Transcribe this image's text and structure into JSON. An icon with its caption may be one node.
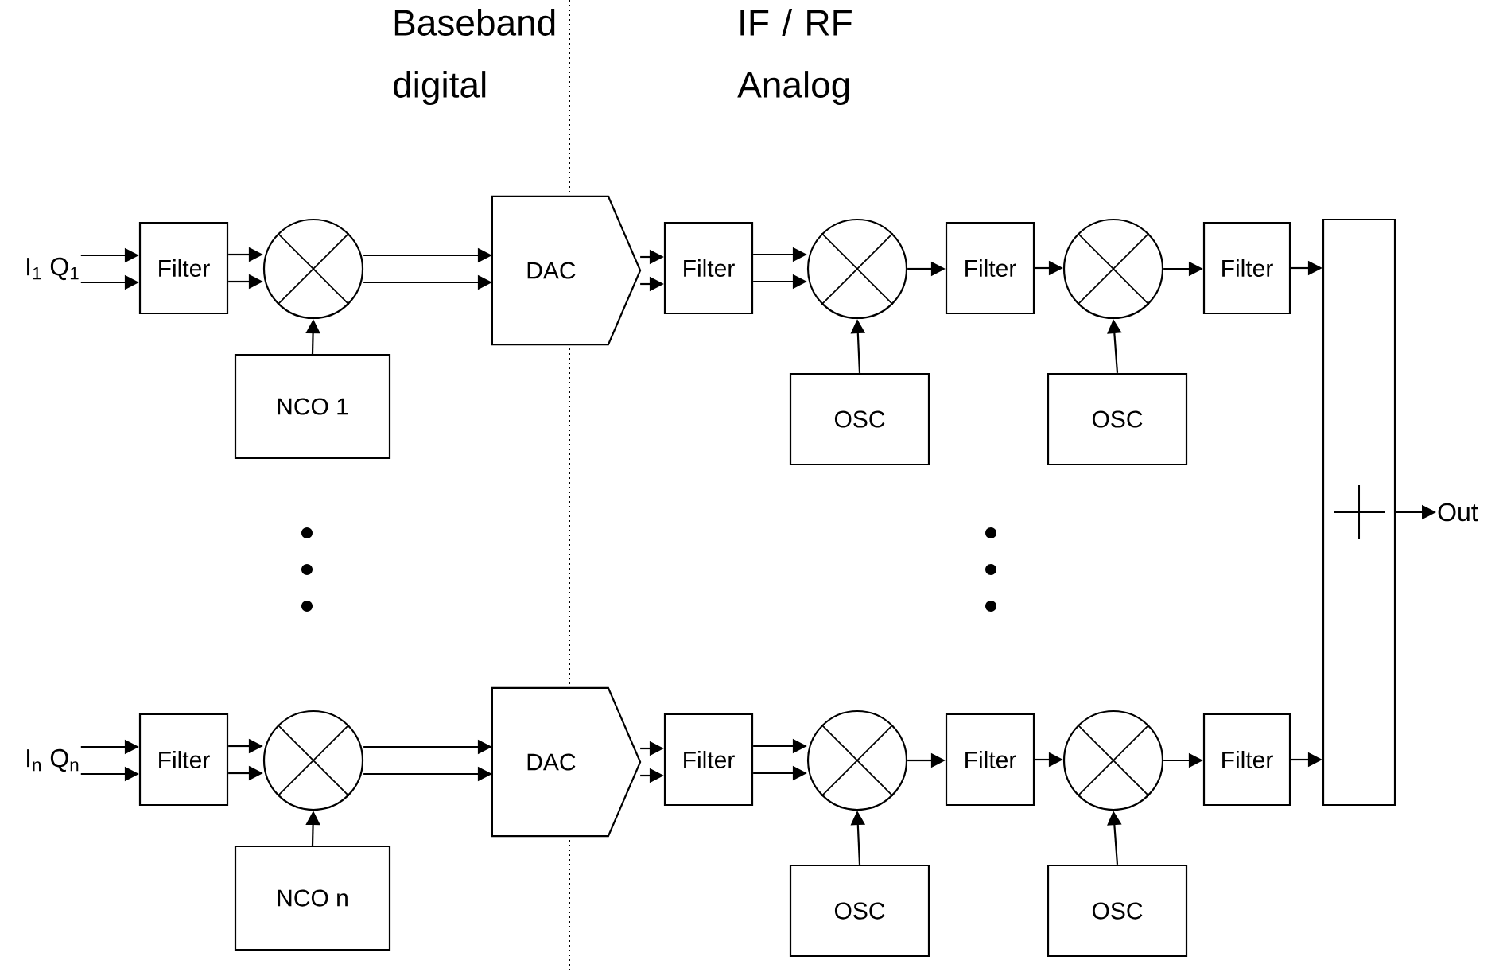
{
  "diagram": {
    "nodes": [
      {
        "text": [
          "I$_{1}$ Q$_{1}$"
        ]
      },
      {
        "text": [
          "Filter"
        ]
      },
      {
        "text": [],
        "shape": "circle"
      },
      {
        "text": [
          "NCO 1"
        ]
      },
      {
        "text": [
          "DAC"
        ]
      },
      {
        "text": [
          "Filter"
        ]
      },
      {
        "text": [],
        "shape": "circle"
      },
      {
        "text": [
          "OSC"
        ]
      },
      {
        "text": [
          "Filter"
        ]
      },
      {
        "text": [],
        "shape": "circle"
      },
      {
        "text": [
          "OSC"
        ]
      },
      {
        "text": [
          "Filter"
        ]
      },
      {
        "text": [
          "I$_{n}$ Q$_{n}$"
        ]
      },
      {
        "text": [
          "Filter"
        ]
      },
      {
        "text": [],
        "shape": "circle"
      },
      {
        "text": [
          "NCO n"
        ]
      },
      {
        "text": [
          "DAC"
        ]
      },
      {
        "text": [
          "Filter"
        ]
      },
      {
        "text": [],
        "shape": "circle"
      },
      {
        "text": [
          "OSC"
        ]
      },
      {
        "text": [
          "Filter"
        ]
      },
      {
        "text": [],
        "shape": "circle"
      },
      {
        "text": [
          "OSC"
        ]
      },
      {
        "text": [
          "Filter"
        ]
      },
      {
        "text": [],
        "shape": "box"
      },
      {
        "text": [
          "Out"
        ]
      }
    ],
    "edges": [
      {
        "from": 0,
        "to": 1,
        "arrow": "to"
      },
      {
        "from": 0,
        "to": 1,
        "arrow": "to"
      },
      {
        "from": 1,
        "to": 2,
        "arrow": "to"
      },
      {
        "from": 1,
        "to": 2,
        "arrow": "to"
      },
      {
        "from": 3,
        "to": 2,
        "arrow": "to"
      },
      {
        "from": 2,
        "to": 4,
        "arrow": "to"
      },
      {
        "from": 2,
        "to": 4,
        "arrow": "to"
      },
      {
        "from": 4,
        "to": 5,
        "arrow": "to"
      },
      {
        "from": 4,
        "to": 5,
        "arrow": "to"
      },
      {
        "from": 5,
        "to": 6,
        "arrow": "to"
      },
      {
        "from": 5,
        "to": 6,
        "arrow": "to"
      },
      {
        "from": 7,
        "to": 6,
        "arrow": "to"
      },
      {
        "from": 6,
        "to": 8,
        "arrow": "to"
      },
      {
        "from": 8,
        "to": 9,
        "arrow": "to"
      },
      {
        "from": 10,
        "to": 9,
        "arrow": "to"
      },
      {
        "from": 9,
        "to": 11,
        "arrow": "to"
      },
      {
        "from": 11,
        "to": 24,
        "arrow": "to"
      },
      {
        "from": 12,
        "to": 13,
        "arrow": "to"
      },
      {
        "from": 12,
        "to": 13,
        "arrow": "to"
      },
      {
        "from": 13,
        "to": 14,
        "arrow": "to"
      },
      {
        "from": 13,
        "to": 14,
        "arrow": "to"
      },
      {
        "from": 15,
        "to": 14,
        "arrow": "to"
      },
      {
        "from": 14,
        "to": 16,
        "arrow": "to"
      },
      {
        "from": 14,
        "to": 16,
        "arrow": "to"
      },
      {
        "from": 16,
        "to": 17,
        "arrow": "to"
      },
      {
        "from": 16,
        "to": 17,
        "arrow": "to"
      },
      {
        "from": 17,
        "to": 18,
        "arrow": "to"
      },
      {
        "from": 17,
        "to": 18,
        "arrow": "to"
      },
      {
        "from": 19,
        "to": 18,
        "arrow": "to"
      },
      {
        "from": 18,
        "to": 20,
        "arrow": "to"
      },
      {
        "from": 20,
        "to": 21,
        "arrow": "to"
      },
      {
        "from": 22,
        "to": 21,
        "arrow": "to"
      },
      {
        "from": 21,
        "to": 23,
        "arrow": "to"
      },
      {
        "from": 23,
        "to": 24,
        "arrow": "to"
      },
      {
        "from": 24,
        "to": 25,
        "arrow": "to"
      }
    ],
    "labels": [
      "Baseband digital",
      "IF / RF Analog"
    ]
  }
}
